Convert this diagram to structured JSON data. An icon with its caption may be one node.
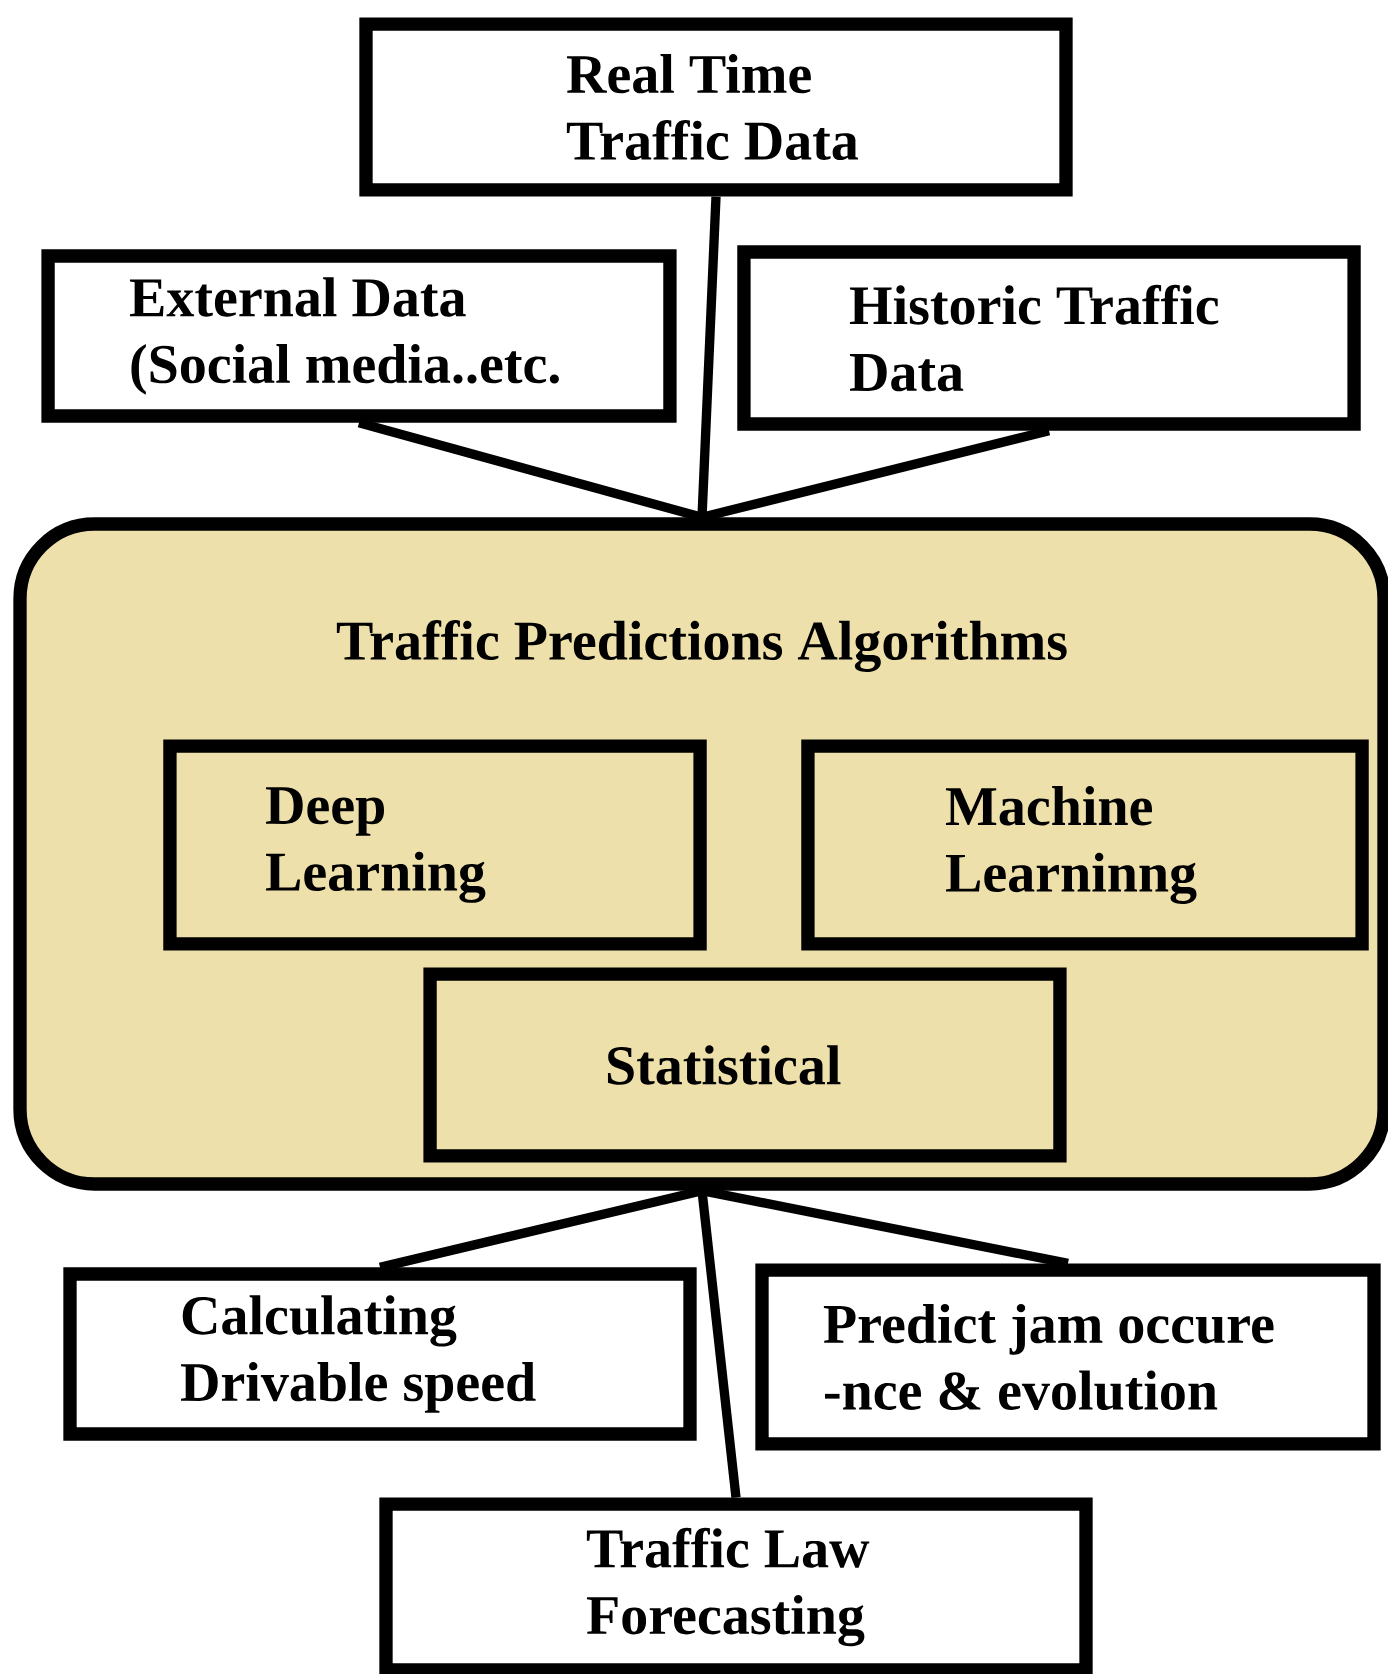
{
  "diagram": {
    "nodes": [
      {
        "text": [
          "Real Time Traffic Data"
        ]
      },
      {
        "text": [
          "External Data (Social media..etc."
        ]
      },
      {
        "text": [
          "Historic Traffic Data"
        ]
      },
      {
        "text": [
          "Traffic Predictions Algorithms"
        ]
      },
      {
        "text": [
          "Deep Learning"
        ],
        "in": 3
      },
      {
        "text": [
          "Machine Learninng"
        ],
        "in": 3
      },
      {
        "text": [
          "Statistical"
        ],
        "in": 3
      },
      {
        "text": [
          "Calculating Drivable speed"
        ]
      },
      {
        "text": [
          "Predict jam occure -nce & evolution"
        ]
      },
      {
        "text": [
          "Traffic Law Forecasting"
        ]
      }
    ],
    "edges": [
      {
        "from": 0,
        "to": 3,
        "arrow": "none"
      },
      {
        "from": 1,
        "to": 3,
        "arrow": "none"
      },
      {
        "from": 2,
        "to": 3,
        "arrow": "none"
      },
      {
        "from": 3,
        "to": 7,
        "arrow": "none"
      },
      {
        "from": 3,
        "to": 8,
        "arrow": "none"
      },
      {
        "from": 3,
        "to": 9,
        "arrow": "none"
      }
    ]
  }
}
